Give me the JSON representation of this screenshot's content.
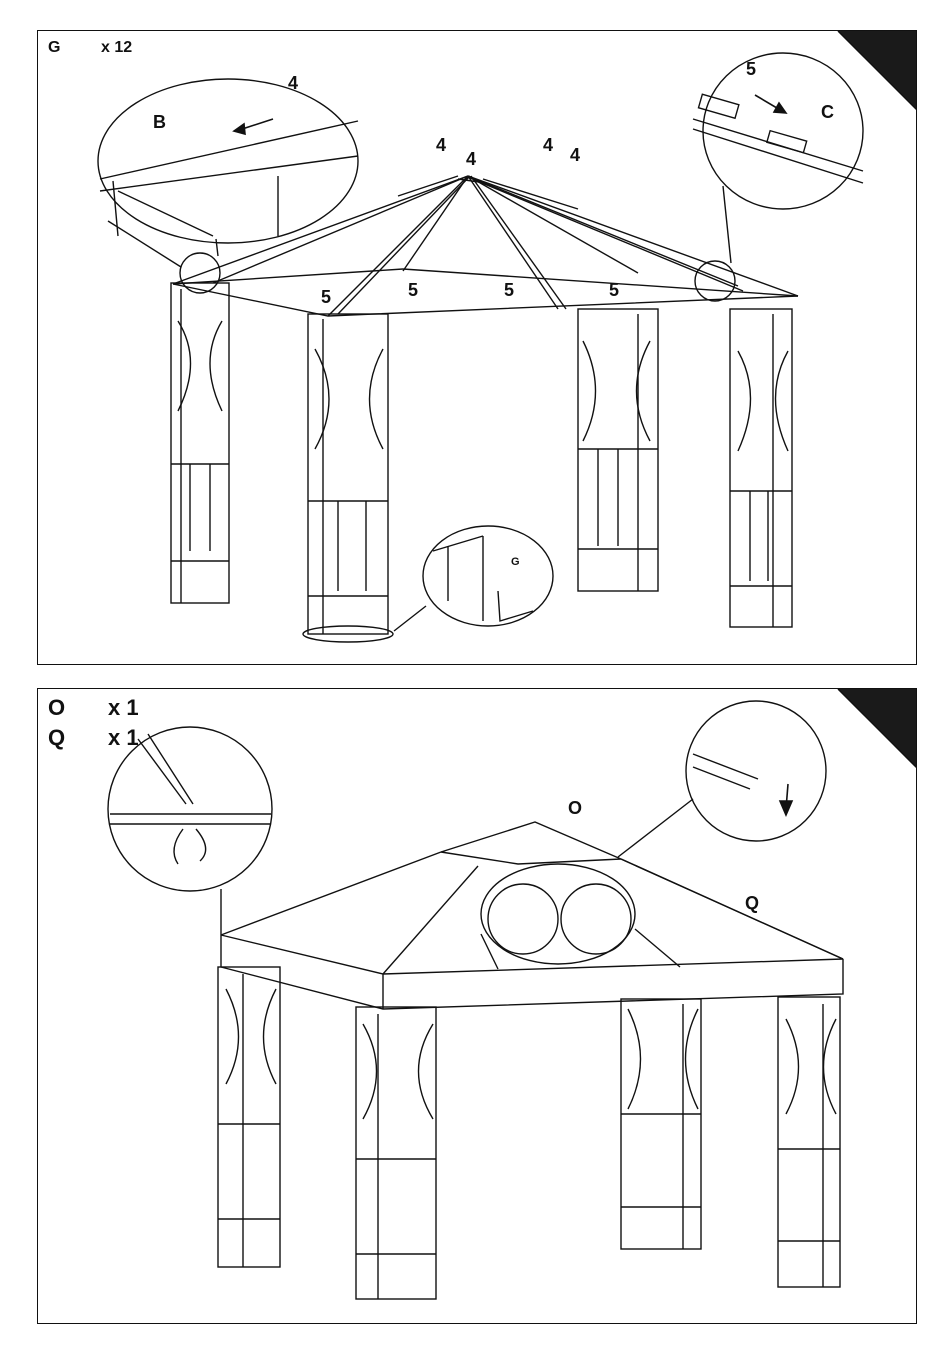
{
  "page": {
    "background": "#ffffff",
    "ink": "#111111"
  },
  "step_top": {
    "part_code": "G",
    "part_qty": "x 12",
    "callouts": {
      "a": "4",
      "b": "4",
      "c": "4",
      "d": "4",
      "e": "4",
      "pole": "5",
      "detail_right": "5",
      "detail_left_part": "B",
      "detail_right_part": "C",
      "detail_bottom_part": "G"
    },
    "step_marker_color": "#1a1a1a"
  },
  "step_bottom": {
    "parts": [
      {
        "code": "O",
        "qty": "x 1"
      },
      {
        "code": "Q",
        "qty": "x 1"
      }
    ],
    "callouts": {
      "top_cover": "O",
      "canopy": "Q"
    },
    "step_marker_color": "#1a1a1a"
  }
}
